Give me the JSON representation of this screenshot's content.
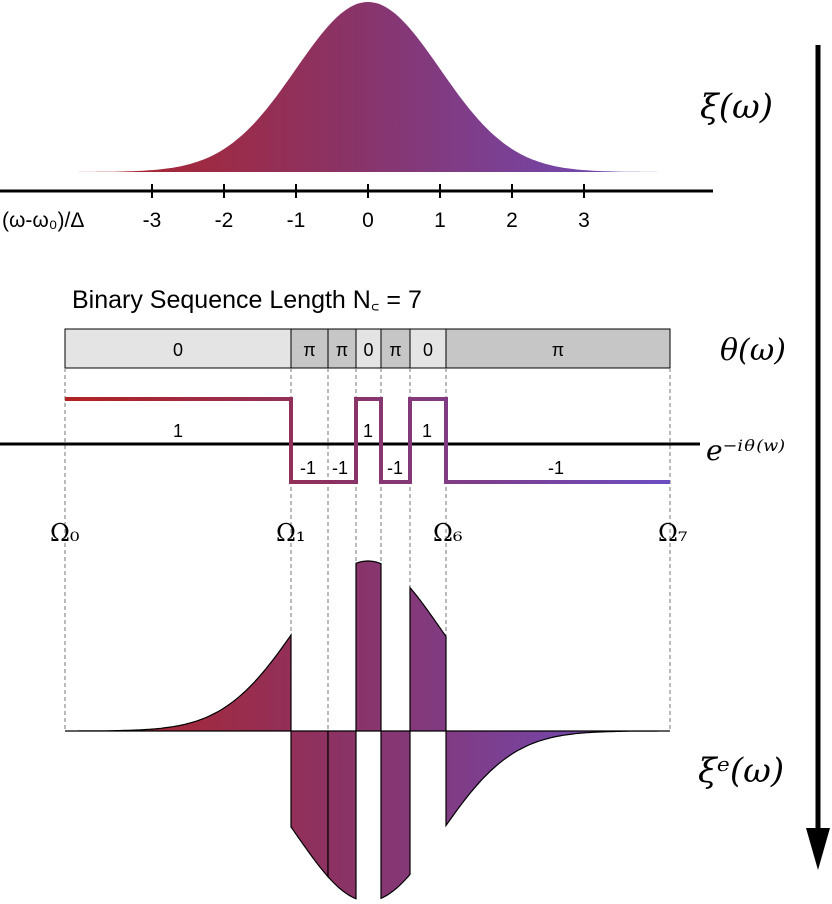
{
  "top_plot": {
    "axis_label": "(ω-ω₀)/Δ",
    "ticks": [
      "-3",
      "-2",
      "-1",
      "0",
      "1",
      "2",
      "3"
    ],
    "curve_label": "ξ(ω)"
  },
  "sequence": {
    "title": "Binary Sequence Length N꜀ = 7",
    "phase_label": "θ(ω)",
    "phases": [
      "0",
      "π",
      "π",
      "0",
      "π",
      "0",
      "π"
    ],
    "signs": [
      "1",
      "-1",
      "-1",
      "1",
      "-1",
      "1",
      "-1"
    ],
    "exp_label": "e⁻ⁱᶿ⁽ʷ⁾"
  },
  "omegas": [
    "Ω₀",
    "Ω₁",
    "Ω₆",
    "Ω₇"
  ],
  "bottom_plot": {
    "curve_label": "ξᵉ(ω)"
  },
  "colors": {
    "red": "#b32222",
    "purple": "#8a3366",
    "blue": "#6a4fc8"
  }
}
